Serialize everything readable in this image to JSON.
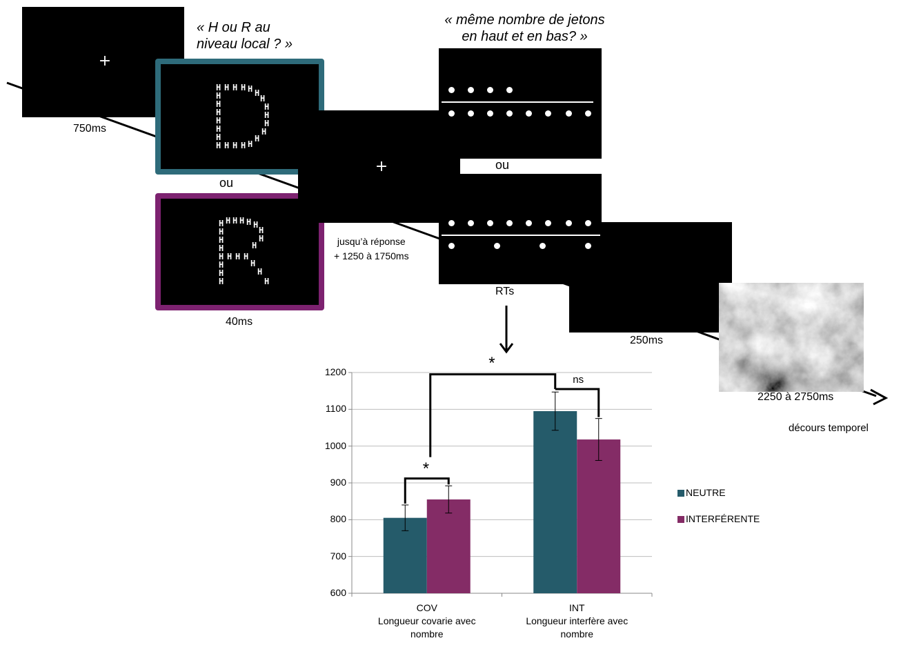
{
  "timeline": {
    "fixation_symbol": "+",
    "fixation_label": "750ms",
    "question_local": "« H ou R au niveau local ? »",
    "question_local_line1": "« H ou R au",
    "question_local_line2": "niveau local ? »",
    "or_label_1": "ou",
    "stim_label": "40ms",
    "wait_line1": "jusqu’à réponse",
    "wait_line2": "+ 1250 à 1750ms",
    "question_tokens_line1": "« même nombre de jetons",
    "question_tokens_line2": "en haut et en bas? »",
    "or_label_2": "ou",
    "rts_label": "RTs",
    "blank_label": "250ms",
    "mask_label": "2250 à 2750ms",
    "time_axis_label": "décours temporel",
    "colors": {
      "neutral_frame": "#2e6b7a",
      "interfering_frame": "#7d2270"
    }
  },
  "chart_data": {
    "type": "bar",
    "categories": [
      "COV",
      "INT"
    ],
    "category_labels": [
      [
        "COV",
        "Longueur covarie avec",
        "nombre"
      ],
      [
        "INT",
        "Longueur interfère avec",
        "nombre"
      ]
    ],
    "series": [
      {
        "name": "NEUTRE",
        "values": [
          805,
          1095
        ],
        "error": [
          35,
          52
        ],
        "color": "#255b6a"
      },
      {
        "name": "INTERFÉRENTE",
        "values": [
          855,
          1018
        ],
        "error": [
          37,
          57
        ],
        "color": "#842c66"
      }
    ],
    "ylim": [
      600,
      1200
    ],
    "yticks": [
      600,
      700,
      800,
      900,
      1000,
      1100,
      1200
    ],
    "grid": true,
    "legend": "right",
    "annotations": {
      "sig_within_cov": "*",
      "sig_between": "*",
      "ns_within_int": "ns"
    }
  }
}
